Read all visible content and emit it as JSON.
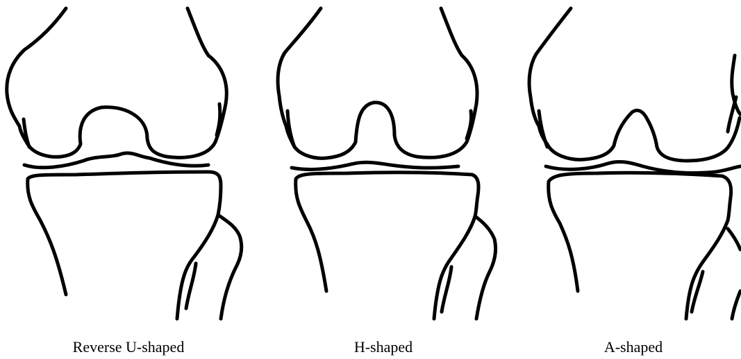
{
  "figure": {
    "panels": [
      {
        "label": "Reverse U-shaped",
        "notch_shape": "reverse-u"
      },
      {
        "label": "H-shaped",
        "notch_shape": "h"
      },
      {
        "label": "A-shaped",
        "notch_shape": "a"
      }
    ],
    "line_color": "#000000",
    "background_color": "#ffffff"
  }
}
